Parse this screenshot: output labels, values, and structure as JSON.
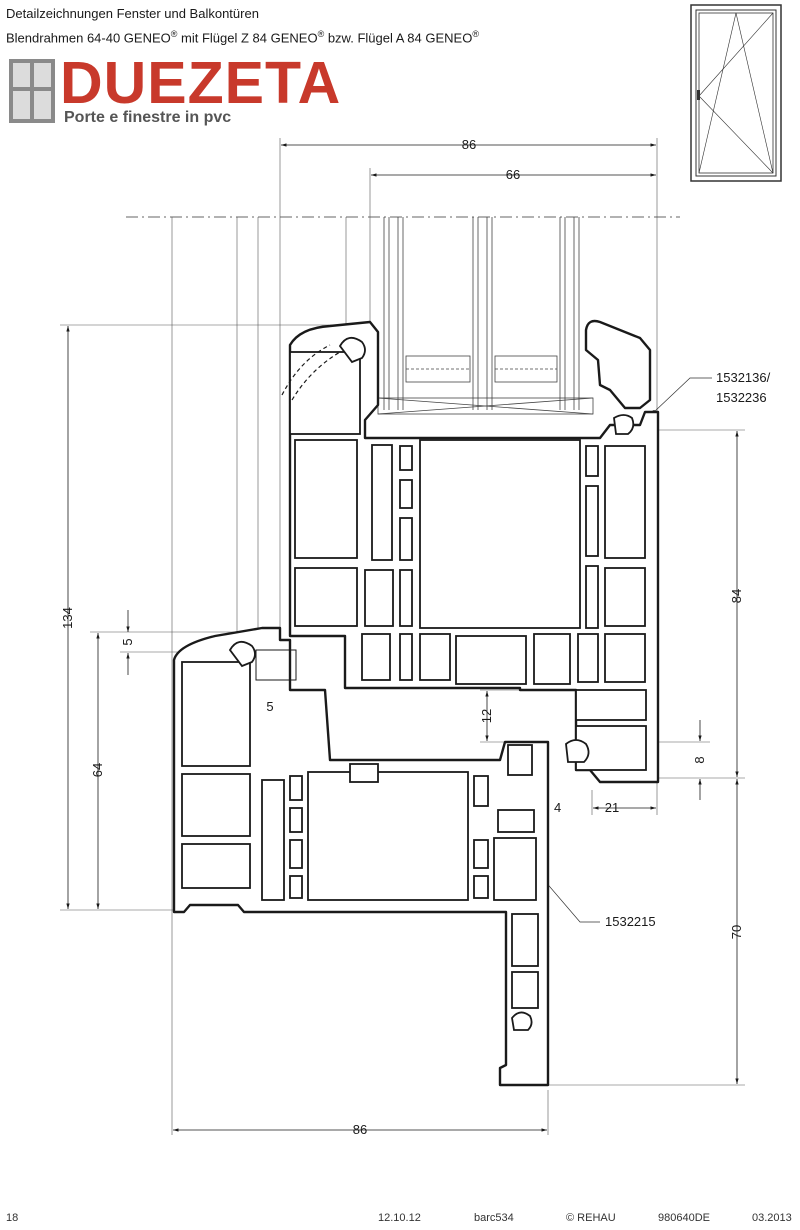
{
  "header": {
    "line1": "Detailzeichnungen Fenster und Balkontüren",
    "line2_a": "Blendrahmen 64-40 GENEO",
    "reg": "®",
    "line2_b": " mit Flügel Z 84 GENEO",
    "line2_c": " bzw. Flügel A 84 GENEO"
  },
  "logo": {
    "brand": "DUEZETA",
    "tagline": "Porte e finestre in pvc",
    "brand_color": "#c8392b"
  },
  "dimensions": {
    "top_outer": "86",
    "top_inner": "66",
    "height_total": "134",
    "height_frame": "64",
    "gap_5_vertical": "5",
    "gap_5_horizontal": "5",
    "gap_12": "12",
    "right_84": "84",
    "right_8": "8",
    "bottom_4": "4",
    "bottom_21": "21",
    "right_70": "70",
    "bottom_86": "86"
  },
  "part_labels": {
    "gasket_line1": "1532136/",
    "gasket_line2": "1532236",
    "sill": "1532215"
  },
  "footer": {
    "page": "18",
    "date": "12.10.12",
    "code": "barc534",
    "copyright": "© REHAU",
    "doc": "980640DE",
    "edition": "03.2013"
  }
}
